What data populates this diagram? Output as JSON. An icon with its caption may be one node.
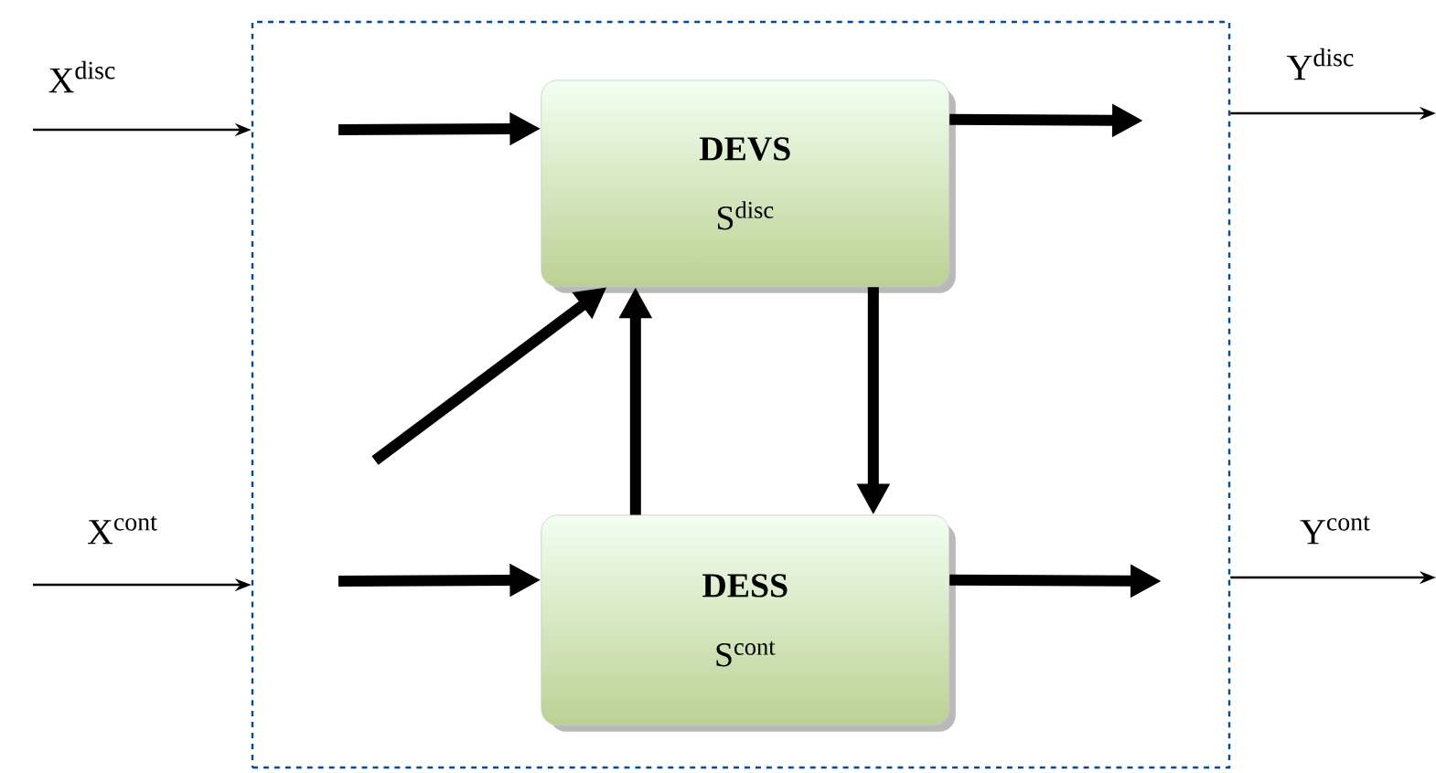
{
  "diagram": {
    "nodes": [
      {
        "text": [],
        "shape": "box"
      },
      {
        "text": [
          "DEVS",
          "S$^{disc}$"
        ],
        "in": 0
      },
      {
        "text": [
          "DESS",
          "S$^{cont}$"
        ],
        "in": 0
      }
    ],
    "edges": [
      {
        "from": null,
        "to": 0,
        "arrow": "to"
      },
      {
        "from": null,
        "to": 1,
        "arrow": "to"
      },
      {
        "from": null,
        "to": 1,
        "arrow": "to"
      },
      {
        "from": 1,
        "to": null,
        "arrow": "to"
      },
      {
        "from": 0,
        "to": null,
        "arrow": "to"
      },
      {
        "from": null,
        "to": 0,
        "arrow": "to"
      },
      {
        "from": null,
        "to": 2,
        "arrow": "to"
      },
      {
        "from": 2,
        "to": 1,
        "arrow": "to"
      },
      {
        "from": 1,
        "to": 2,
        "arrow": "to"
      },
      {
        "from": 2,
        "to": null,
        "arrow": "to"
      },
      {
        "from": 0,
        "to": null,
        "arrow": "to"
      }
    ],
    "labels": [
      "X$^{disc}$",
      "Y$^{disc}$",
      "X$^{cont}$",
      "Y$^{cont}$"
    ]
  }
}
